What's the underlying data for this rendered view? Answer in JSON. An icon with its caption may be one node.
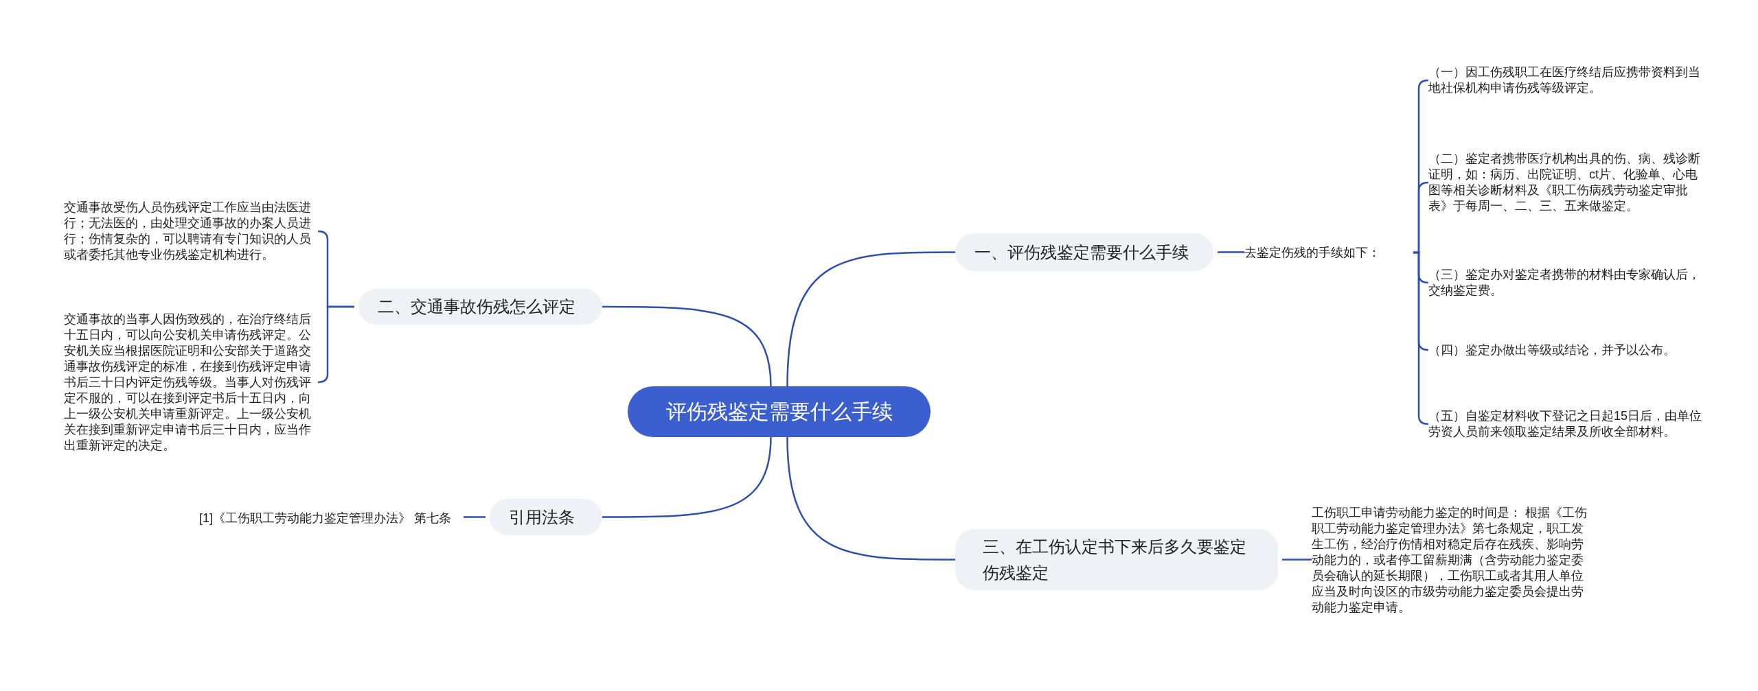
{
  "diagram": {
    "nodes": [
      {
        "text": [
          "评伤残鉴定需要什么手续"
        ]
      },
      {
        "text": [
          "一、评伤残鉴定需要什么手续"
        ]
      },
      {
        "text": [
          "去鉴定伤残的手续如下："
        ]
      },
      {
        "text": [
          "（一）因工伤残职工在医疗终结后应携带资料到当地社保机构申请伤残等级评定。"
        ]
      },
      {
        "text": [
          "（二）鉴定者携带医疗机构出具的伤、病、残诊断证明，如：病历、出院证明、ct片、化验单、心电图等相关诊断材料及《职工伤病残劳动鉴定审批表》于每周一、二、三、五来做鉴定。"
        ]
      },
      {
        "text": [
          "（三）鉴定办对鉴定者携带的材料由专家确认后，交纳鉴定费。"
        ]
      },
      {
        "text": [
          "（四）鉴定办做出等级或结论，并予以公布。"
        ]
      },
      {
        "text": [
          "（五）自鉴定材料收下登记之日起15日后，由单位劳资人员前来领取鉴定结果及所收全部材料。"
        ]
      },
      {
        "text": [
          "二、交通事故伤残怎么评定"
        ]
      },
      {
        "text": [
          "交通事故受伤人员伤残评定工作应当由法医进行；无法医的，由处理交通事故的办案人员进行；伤情复杂的，可以聘请有专门知识的人员或者委托其他专业伤残鉴定机构进行。"
        ]
      },
      {
        "text": [
          "交通事故的当事人因伤致残的，在治疗终结后十五日内，可以向公安机关申请伤残评定。公安机关应当根据医院证明和公安部关于道路交通事故伤残评定的标准，在接到伤残评定申请书后三十日内评定伤残等级。当事人对伤残评定不服的，可以在接到评定书后十五日内，向上一级公安机关申请重新评定。上一级公安机关在接到重新评定申请书后三十日内，应当作出重新评定的决定。"
        ]
      },
      {
        "text": [
          "引用法条"
        ]
      },
      {
        "text": [
          "[1]《工伤职工劳动能力鉴定管理办法》 第七条"
        ]
      },
      {
        "text": [
          "三、在工伤认定书下来后多久要鉴定伤残鉴定"
        ]
      },
      {
        "text": [
          "工伤职工申请劳动能力鉴定的时间是： 根据《工伤职工劳动能力鉴定管理办法》第七条规定，职工发生工伤，经治疗伤情相对稳定后存在残疾、影响劳动能力的，或者停工留薪期满（含劳动能力鉴定委员会确认的延长期限），工伤职工或者其用人单位应当及时向设区的市级劳动能力鉴定委员会提出劳动能力鉴定申请。"
        ]
      }
    ],
    "edges": [
      {
        "from": 0,
        "to": 1,
        "arrow": "none"
      },
      {
        "from": 1,
        "to": 2,
        "arrow": "none"
      },
      {
        "from": 2,
        "to": 3,
        "arrow": "none"
      },
      {
        "from": 2,
        "to": 4,
        "arrow": "none"
      },
      {
        "from": 2,
        "to": 5,
        "arrow": "none"
      },
      {
        "from": 2,
        "to": 6,
        "arrow": "none"
      },
      {
        "from": 2,
        "to": 7,
        "arrow": "none"
      },
      {
        "from": 0,
        "to": 8,
        "arrow": "none"
      },
      {
        "from": 8,
        "to": 9,
        "arrow": "none"
      },
      {
        "from": 8,
        "to": 10,
        "arrow": "none"
      },
      {
        "from": 0,
        "to": 11,
        "arrow": "none"
      },
      {
        "from": 11,
        "to": 12,
        "arrow": "none"
      },
      {
        "from": 0,
        "to": 13,
        "arrow": "none"
      },
      {
        "from": 13,
        "to": 14,
        "arrow": "none"
      }
    ]
  }
}
